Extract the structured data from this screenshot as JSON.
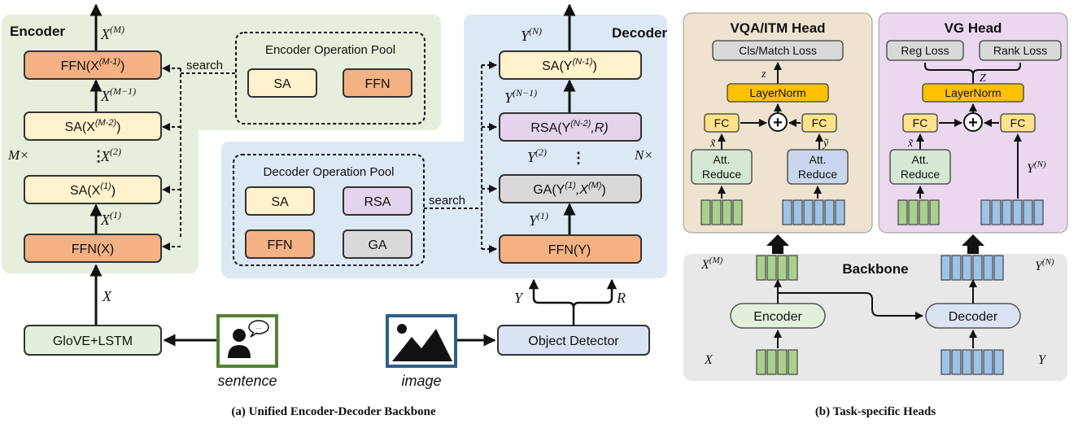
{
  "colors": {
    "encoder_region": "#e5efdc",
    "decoder_region": "#dce8f4",
    "vqa_head_region": "#ede3cf",
    "vg_head_region": "#ead8ee",
    "backbone_region": "#e8e8e8",
    "ffn": "#f4b183",
    "sa": "#fff2cc",
    "rsa": "#e4d3ec",
    "ga": "#d9d9d9",
    "glove": "#e2efda",
    "object_detector": "#dae3f3",
    "layernorm": "#ffc000",
    "fc": "#ffe38a",
    "loss": "#d9d9d9",
    "att_reduce_green": "#d5e8d4",
    "att_reduce_blue": "#c9d6ee",
    "feat_green": "#a9d18e",
    "feat_blue": "#9dc3e6",
    "sentence_icon_border": "#538135",
    "image_icon_border": "#2e5f8a"
  },
  "panel_a": {
    "caption": "(a) Unified Encoder-Decoder Backbone",
    "encoder": {
      "title": "Encoder",
      "repeat": "M×",
      "ffn_top": "FFN(X",
      "ffn_top_sup": "(M-1)",
      "ffn_top_close": ")",
      "sa_mid": "SA(X",
      "sa_mid_sup": "(M-2)",
      "sa_mid_close": ")",
      "sa_low": "SA(X",
      "sa_low_sup": "(1)",
      "sa_low_close": ")",
      "ffn_bottom": "FFN(X)",
      "out_label": "X",
      "out_sup": "(M)",
      "label_m1": "X",
      "label_m1_sup": "(M−1)",
      "label_2": "X",
      "label_2_sup": "(2)",
      "label_1": "X",
      "label_1_sup": "(1)",
      "input_label": "X",
      "search": "search",
      "pool": {
        "title": "Encoder Operation Pool",
        "ops": [
          "SA",
          "FFN"
        ]
      }
    },
    "decoder": {
      "title": "Decoder",
      "repeat": "N×",
      "sa_top": "SA(Y",
      "sa_top_sup": "(N-1)",
      "sa_top_close": ")",
      "rsa": "RSA(Y",
      "rsa_sup": "(N-2)",
      "rsa_close": ",R)",
      "ga": "GA(Y",
      "ga_sup1": "(1)",
      "ga_mid": ",X",
      "ga_sup2": "(M)",
      "ga_close": ")",
      "ffn": "FFN(Y)",
      "out_label": "Y",
      "out_sup": "(N)",
      "label_n1": "Y",
      "label_n1_sup": "(N−1)",
      "label_2": "Y",
      "label_2_sup": "(2)",
      "label_1": "Y",
      "label_1_sup": "(1)",
      "input_y": "Y",
      "input_r": "R",
      "search": "search",
      "pool": {
        "title": "Decoder Operation Pool",
        "ops": [
          "SA",
          "RSA",
          "FFN",
          "GA"
        ]
      }
    },
    "glove": "GloVE+LSTM",
    "object_detector": "Object Detector",
    "sentence": "sentence",
    "image": "image"
  },
  "panel_b": {
    "caption": "(b) Task-specific Heads",
    "vqa_head": {
      "title": "VQA/ITM Head",
      "loss": "Cls/Match Loss",
      "z": "z",
      "layernorm": "LayerNorm",
      "fc": "FC",
      "plus": "+",
      "x_tilde": "x̃",
      "y_tilde": "ỹ",
      "att_reduce": [
        "Att.",
        "Reduce"
      ]
    },
    "vg_head": {
      "title": "VG Head",
      "reg_loss": "Reg Loss",
      "rank_loss": "Rank Loss",
      "z": "Z",
      "layernorm": "LayerNorm",
      "fc": "FC",
      "plus": "+",
      "x_tilde": "x̃",
      "y_label": "Y",
      "y_sup": "(N)",
      "att_reduce": [
        "Att.",
        "Reduce"
      ]
    },
    "backbone": {
      "title": "Backbone",
      "encoder": "Encoder",
      "decoder": "Decoder",
      "xm": "X",
      "xm_sup": "(M)",
      "yn": "Y",
      "yn_sup": "(N)",
      "x": "X",
      "y": "Y"
    }
  }
}
